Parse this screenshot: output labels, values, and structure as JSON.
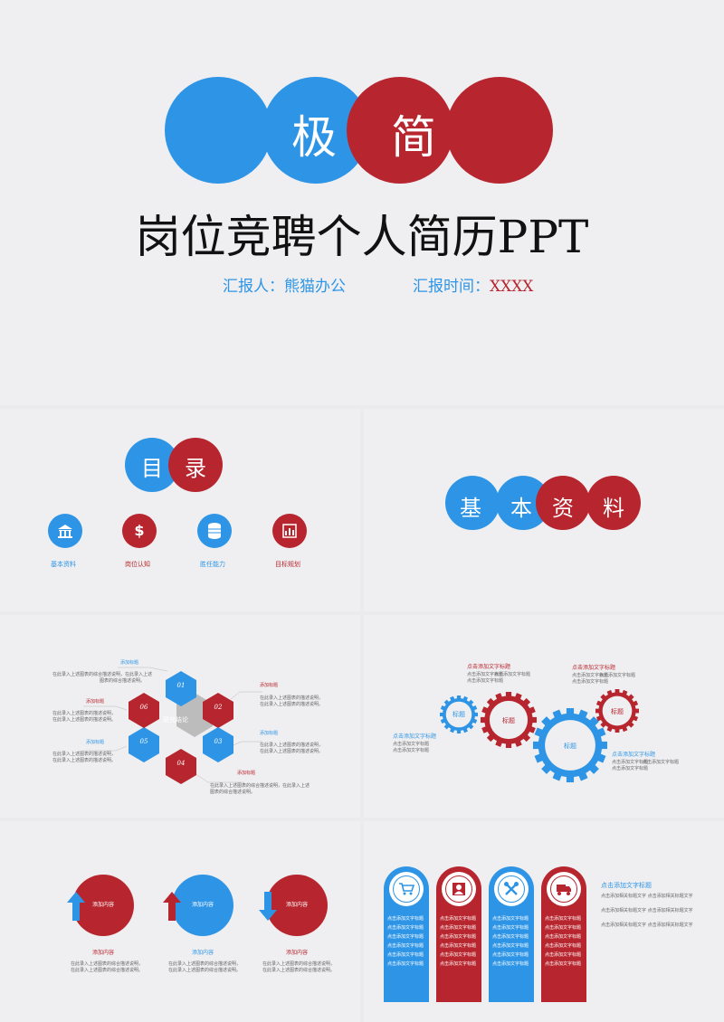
{
  "colors": {
    "blue": "#2e95e6",
    "red": "#b7262e",
    "bg": "#efeff1"
  },
  "cover": {
    "char1": "极",
    "char2": "简",
    "title": "岗位竞聘个人简历PPT",
    "reporter": "汇报人：熊猫办公",
    "time_label": "汇报时间：",
    "time_value": "XXXX"
  },
  "toc": {
    "char1": "目",
    "char2": "录",
    "items": [
      {
        "label": "基本资料",
        "icon": "bank-icon"
      },
      {
        "label": "岗位认知",
        "icon": "dollar-icon"
      },
      {
        "label": "胜任能力",
        "icon": "coins-icon"
      },
      {
        "label": "目标规划",
        "icon": "bar-chart-icon"
      }
    ]
  },
  "section": {
    "chars": [
      "基",
      "本",
      "资",
      "料"
    ]
  },
  "hex": {
    "center": "研究结论",
    "cells": [
      "01",
      "02",
      "03",
      "04",
      "05",
      "06"
    ],
    "items": [
      {
        "title": "添加标题",
        "desc1": "在此录入上述图表的综合描述说明，在此录入上述",
        "desc2": "图表的综合描述说明。"
      },
      {
        "title": "添加标题",
        "desc1": "在此录入上述图表的描述说明，",
        "desc2": "在此录入上述图表的描述说明。"
      },
      {
        "title": "添加标题",
        "desc1": "在此录入上述图表的描述说明，",
        "desc2": "在此录入上述图表的描述说明。"
      },
      {
        "title": "添加标题",
        "desc1": "在此录入上述图表的描述说明，",
        "desc2": "在此录入上述图表的描述说明。"
      },
      {
        "title": "添加标题",
        "desc1": "在此录入上述图表的描述说明，",
        "desc2": "在此录入上述图表的描述说明。"
      },
      {
        "title": "添加标题",
        "desc1": "在此录入上述图表的综合描述说明，在此录入上述",
        "desc2": "图表的综合描述说明。"
      }
    ]
  },
  "gears": {
    "label": "标题",
    "heading": "点击添加文字标题",
    "line": "点击添加文字标题"
  },
  "arrows": {
    "circle_label": "添加内容",
    "items": [
      {
        "title": "添加内容",
        "desc1": "在此录入上述图表的综合描述说明，",
        "desc2": "在此录入上述图表的综合描述说明。"
      },
      {
        "title": "添加内容",
        "desc1": "在此录入上述图表的综合描述说明，",
        "desc2": "在此录入上述图表的综合描述说明。"
      },
      {
        "title": "添加内容",
        "desc1": "在此录入上述图表的综合描述说明，",
        "desc2": "在此录入上述图表的综合描述说明。"
      }
    ]
  },
  "cards": {
    "line": "点击添加文字标题",
    "heading": "点击添加文字标题",
    "side_line": "点击添加相关标题文字 点击添加相关标题文字",
    "icons": [
      "cart-icon",
      "user-icon",
      "tools-icon",
      "truck-icon"
    ]
  }
}
